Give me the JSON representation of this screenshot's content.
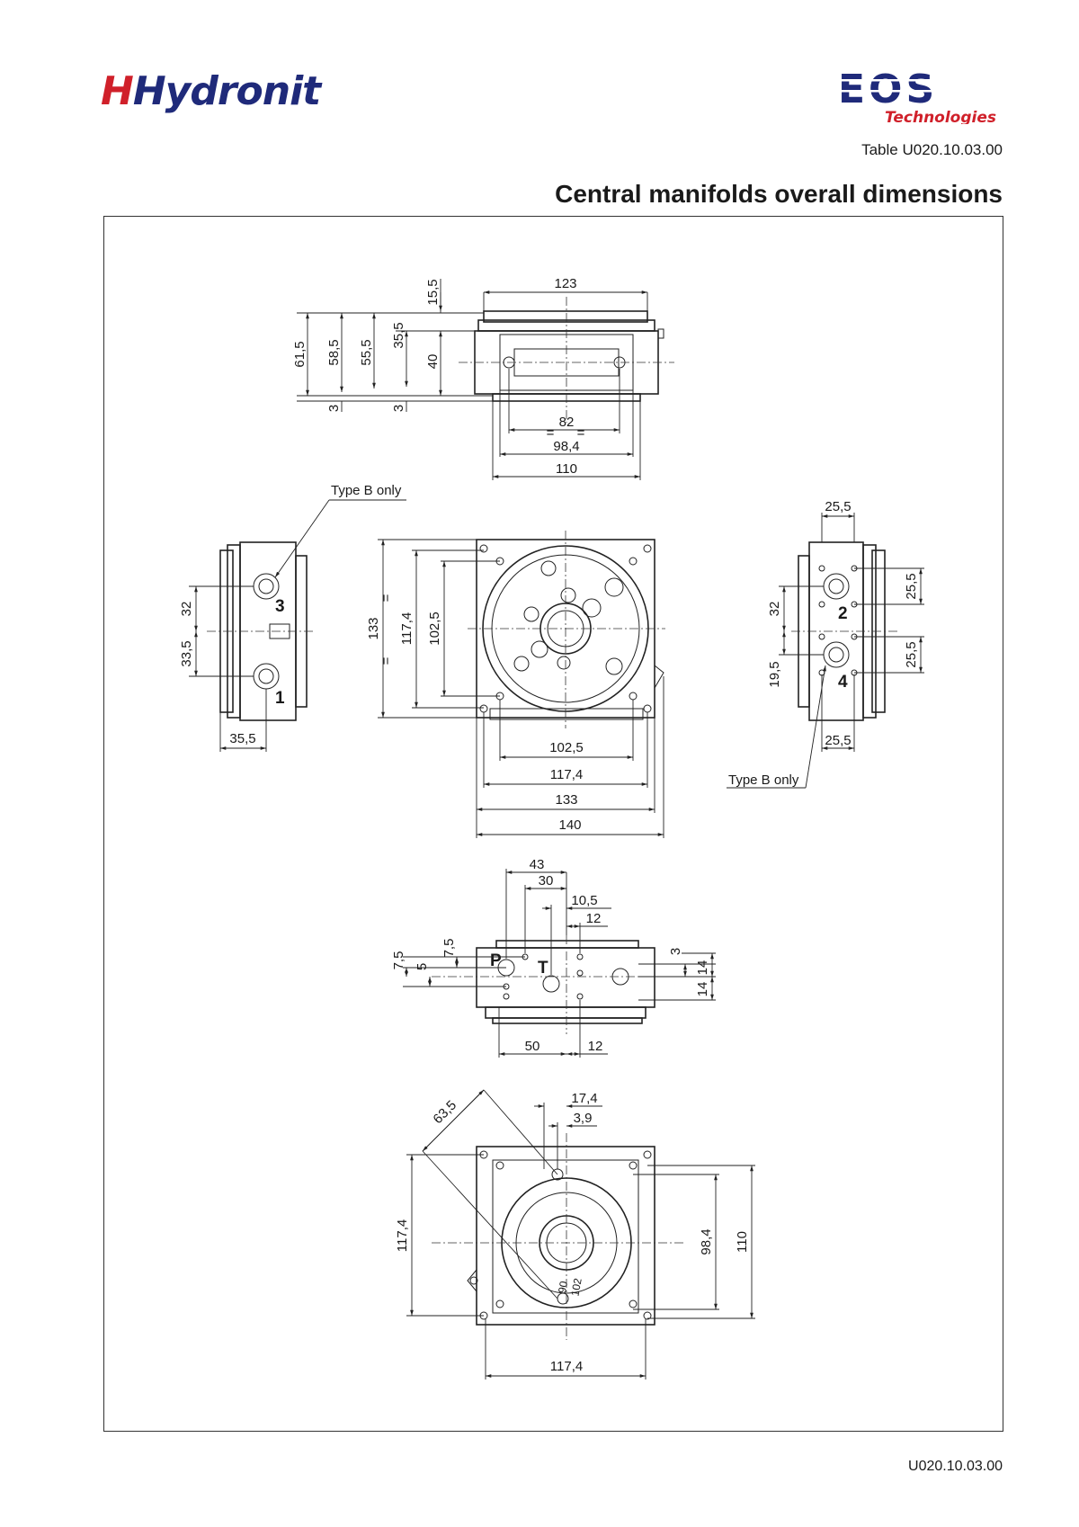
{
  "header": {
    "brand_left": "Hydronit",
    "brand_right": "EOS",
    "brand_right_sub": "Technologies",
    "table_number": "Table U020.10.03.00",
    "title": "Central manifolds overall dimensions"
  },
  "footer": {
    "doc_number": "U020.10.03.00"
  },
  "colors": {
    "brand_red": "#d0202a",
    "brand_blue": "#1f2a7a"
  },
  "views": {
    "top_view": {
      "dims": [
        "123",
        "15,5",
        "61,5",
        "58,5",
        "55,5",
        "35,5",
        "40",
        "3",
        "3",
        "82",
        "=",
        "=",
        "98,4",
        "110"
      ]
    },
    "left_view": {
      "callout": "Type B only",
      "ports": [
        "3",
        "1"
      ],
      "dims": [
        "32",
        "33,5",
        "35,5"
      ]
    },
    "front_view": {
      "dims": [
        "133",
        "=",
        "=",
        "117,4",
        "102,5",
        "102,5",
        "117,4",
        "133",
        "140"
      ]
    },
    "right_view": {
      "callout": "Type B only",
      "ports": [
        "2",
        "4"
      ],
      "dims": [
        "25,5",
        "32",
        "25,5",
        "25,5",
        "19,5",
        "25,5"
      ]
    },
    "ports_view": {
      "ports": [
        "P",
        "T"
      ],
      "dims": [
        "43",
        "30",
        "10,5",
        "12",
        "7,5",
        "5",
        "7,5",
        "3",
        "14",
        "14",
        "50",
        "12"
      ]
    },
    "bottom_view": {
      "dims": [
        "63,5",
        "17,4",
        "3,9",
        "117,4",
        "98,4",
        "110",
        "90",
        "102",
        "117,4"
      ]
    }
  }
}
